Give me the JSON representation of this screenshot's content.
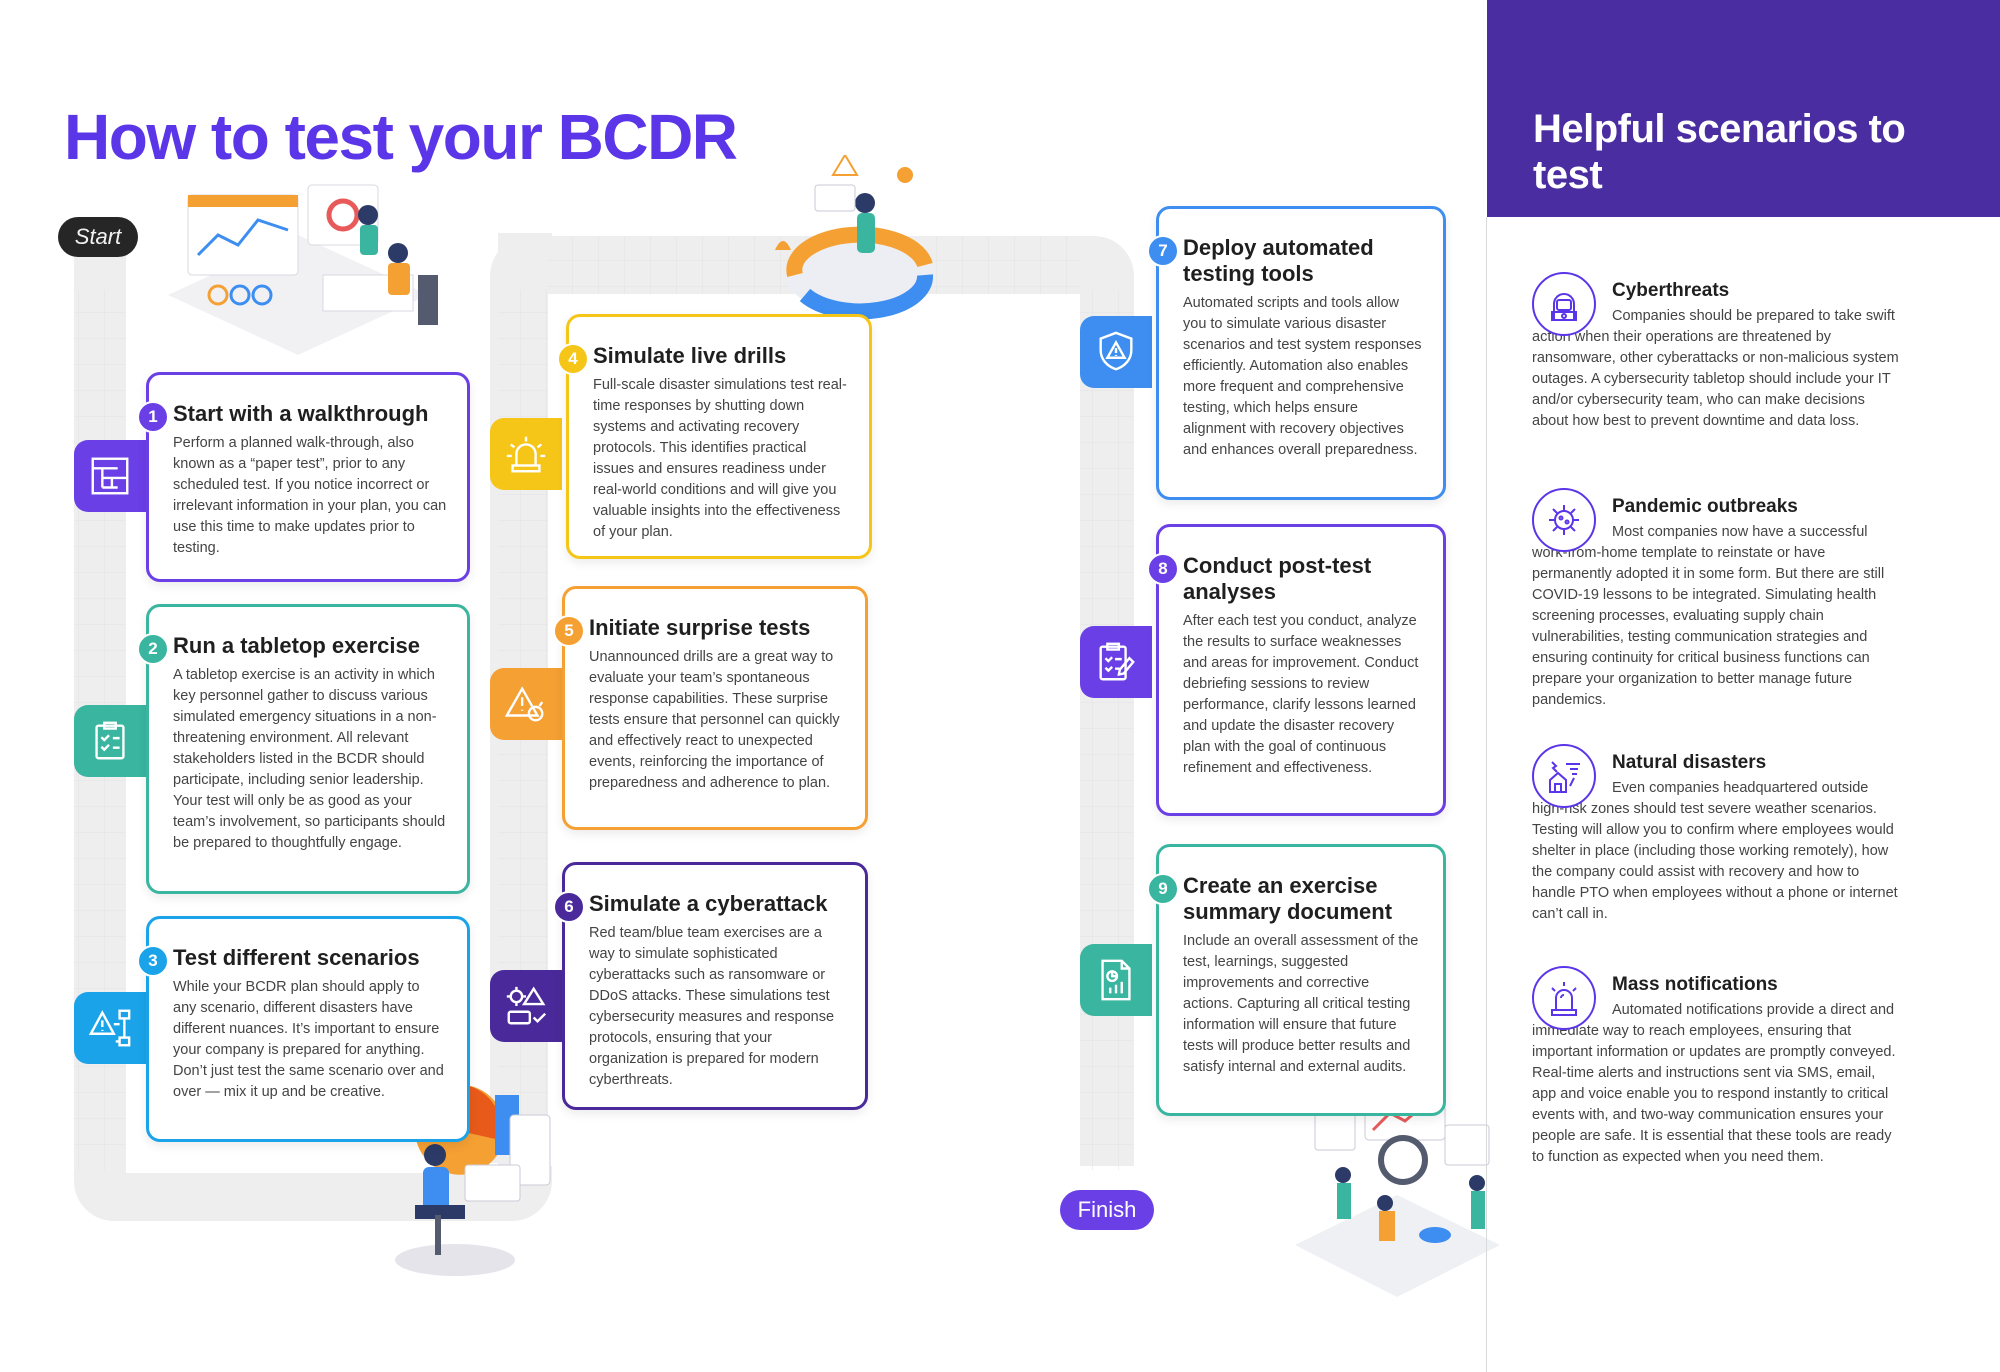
{
  "title": "How to test your BCDR",
  "track": {
    "start_label": "Start",
    "finish_label": "Finish"
  },
  "steps": [
    {
      "number": "1",
      "title": "Start with a walkthrough",
      "body": "Perform a planned walk-through, also known as a “paper test”, prior to any scheduled test. If you notice incorrect or irrelevant information in your plan, you can use this time to make updates prior to testing.",
      "color": "#6b3fe6",
      "icon": "maze-icon"
    },
    {
      "number": "2",
      "title": "Run a tabletop exercise",
      "body": "A tabletop exercise is an activity in which key personnel gather to discuss various simulated emergency situations in a non-threatening environment. All relevant stakeholders listed in the BCDR should participate, including senior leadership. Your test will only be as good as your team’s involvement, so participants should be prepared to thoughtfully engage.",
      "color": "#3ab5a0",
      "icon": "clipboard-checklist-icon"
    },
    {
      "number": "3",
      "title": "Test different scenarios",
      "body": "While your BCDR plan should apply to any scenario, different disasters have different nuances. It’s important to ensure your company is prepared for anything. Don’t just test the same scenario over and over — mix it up and be creative.",
      "color": "#1aa3e8",
      "icon": "alert-flowchart-icon"
    },
    {
      "number": "4",
      "title": "Simulate live drills",
      "body": "Full-scale disaster simulations test real-time responses by shutting down systems and activating recovery protocols. This identifies practical issues and ensures readiness under real-world conditions and will give you valuable insights into the effectiveness of your plan.",
      "color": "#f5c518",
      "icon": "siren-icon"
    },
    {
      "number": "5",
      "title": "Initiate surprise tests",
      "body": "Unannounced drills are a great way to evaluate your team’s spontaneous response capabilities. These surprise tests ensure that personnel can quickly and effectively react to unexpected events, reinforcing the importance of preparedness and adherence to plan.",
      "color": "#f5a033",
      "icon": "warning-bomb-icon"
    },
    {
      "number": "6",
      "title": "Simulate a cyberattack",
      "body": "Red team/blue team exercises are a way to simulate sophisticated cyberattacks such as ransomware or DDoS attacks. These simulations test cybersecurity measures and response protocols, ensuring that your organization is prepared for modern cyberthreats.",
      "color": "#4a2a9a",
      "icon": "gear-alert-icon"
    },
    {
      "number": "7",
      "title": "Deploy automated testing tools",
      "body": "Automated scripts and tools allow you to simulate various disaster scenarios and test system responses efficiently. Automation also enables more frequent and comprehensive testing, which helps ensure alignment with recovery objectives and enhances overall preparedness.",
      "color": "#3d8ef0",
      "icon": "shield-alert-icon"
    },
    {
      "number": "8",
      "title": "Conduct post-test analyses",
      "body": "After each test you conduct, analyze the results to surface weaknesses and areas for improvement. Conduct debriefing sessions to review performance, clarify lessons learned and update the disaster recovery plan with the goal of continuous refinement and effectiveness.",
      "color": "#6b3fe6",
      "icon": "clipboard-analysis-icon"
    },
    {
      "number": "9",
      "title": "Create an exercise summary document",
      "body": "Include an overall assessment of the test, learnings, suggested improvements and corrective actions. Capturing all critical testing information will ensure that future tests will produce better results and satisfy internal and external audits.",
      "color": "#3ab5a0",
      "icon": "report-document-icon"
    }
  ],
  "sidebar": {
    "title": "Helpful scenarios to test",
    "scenarios": [
      {
        "title": "Cyberthreats",
        "body": "Companies should be prepared to take swift action when their operations are threatened by ransomware, other cyberattacks or non-malicious system outages. A cybersecurity tabletop should include your IT and/or cybersecurity team, who can make decisions about how best to prevent downtime and data loss.",
        "icon": "hacker-icon"
      },
      {
        "title": "Pandemic outbreaks",
        "body": "Most companies now have a successful work-from-home template to reinstate or have permanently adopted it in some form. But there are still COVID-19 lessons to be integrated. Simulating health screening processes, evaluating supply chain vulnerabilities, testing communication strategies and ensuring continuity for critical business functions can prepare your organization to better manage future pandemics.",
        "icon": "virus-icon"
      },
      {
        "title": "Natural disasters",
        "body": "Even companies headquartered outside high-risk zones should test severe weather scenarios. Testing will allow you to confirm where employees would shelter in place (including those working remotely), how the company could assist with recovery and how to handle PTO when employees without a phone or internet can’t call in.",
        "icon": "storm-house-icon"
      },
      {
        "title": "Mass notifications",
        "body": "Automated notifications provide a direct and immediate way to reach employees, ensuring that important information or updates are promptly conveyed. Real-time alerts and instructions sent via SMS, email, app and voice enable you to respond instantly to critical events with, and two-way communication ensures your people are safe. It is essential that these tools are ready to function as expected when you need them.",
        "icon": "alarm-light-icon"
      }
    ]
  },
  "colors": {
    "accent": "#5b35e8",
    "sidebar_header": "#4a2da0",
    "track": "#eeeeee"
  }
}
